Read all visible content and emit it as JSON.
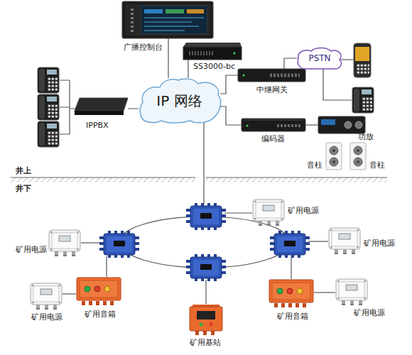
{
  "diagram": {
    "nodes": [
      {
        "text": [
          "广播控制台"
        ]
      },
      {
        "text": [
          "SS3000-bc"
        ]
      },
      {
        "text": [
          "IP 网络"
        ]
      },
      {
        "text": [
          "IPPBX"
        ]
      },
      {
        "text": [
          "PSTN"
        ]
      },
      {
        "text": [
          "中继网关"
        ]
      },
      {
        "text": [
          "编码器"
        ]
      },
      {
        "text": [
          "功放"
        ]
      },
      {
        "text": [
          "音柱"
        ]
      },
      {
        "text": [
          "音柱"
        ]
      },
      {
        "text": [
          "矿用电源"
        ]
      },
      {
        "text": [
          "矿用电源"
        ]
      },
      {
        "text": [
          "矿用电源"
        ]
      },
      {
        "text": [
          "矿用电源"
        ]
      },
      {
        "text": [
          "矿用音箱"
        ]
      },
      {
        "text": [
          "矿用音箱"
        ]
      },
      {
        "text": [
          "矿用电源"
        ]
      },
      {
        "text": [
          "矿用基站"
        ]
      }
    ],
    "edges": [
      {
        "from": 0,
        "to": 2,
        "arrow": "none"
      },
      {
        "from": 1,
        "to": 2,
        "arrow": "none"
      },
      {
        "from": 3,
        "to": 2,
        "arrow": "none"
      },
      {
        "from": 5,
        "to": 2,
        "arrow": "none"
      },
      {
        "from": 6,
        "to": 2,
        "arrow": "none"
      },
      {
        "from": 5,
        "to": 4,
        "arrow": "none"
      },
      {
        "from": 6,
        "to": 7,
        "arrow": "none"
      }
    ],
    "labels": [
      "井上",
      "井下"
    ]
  }
}
